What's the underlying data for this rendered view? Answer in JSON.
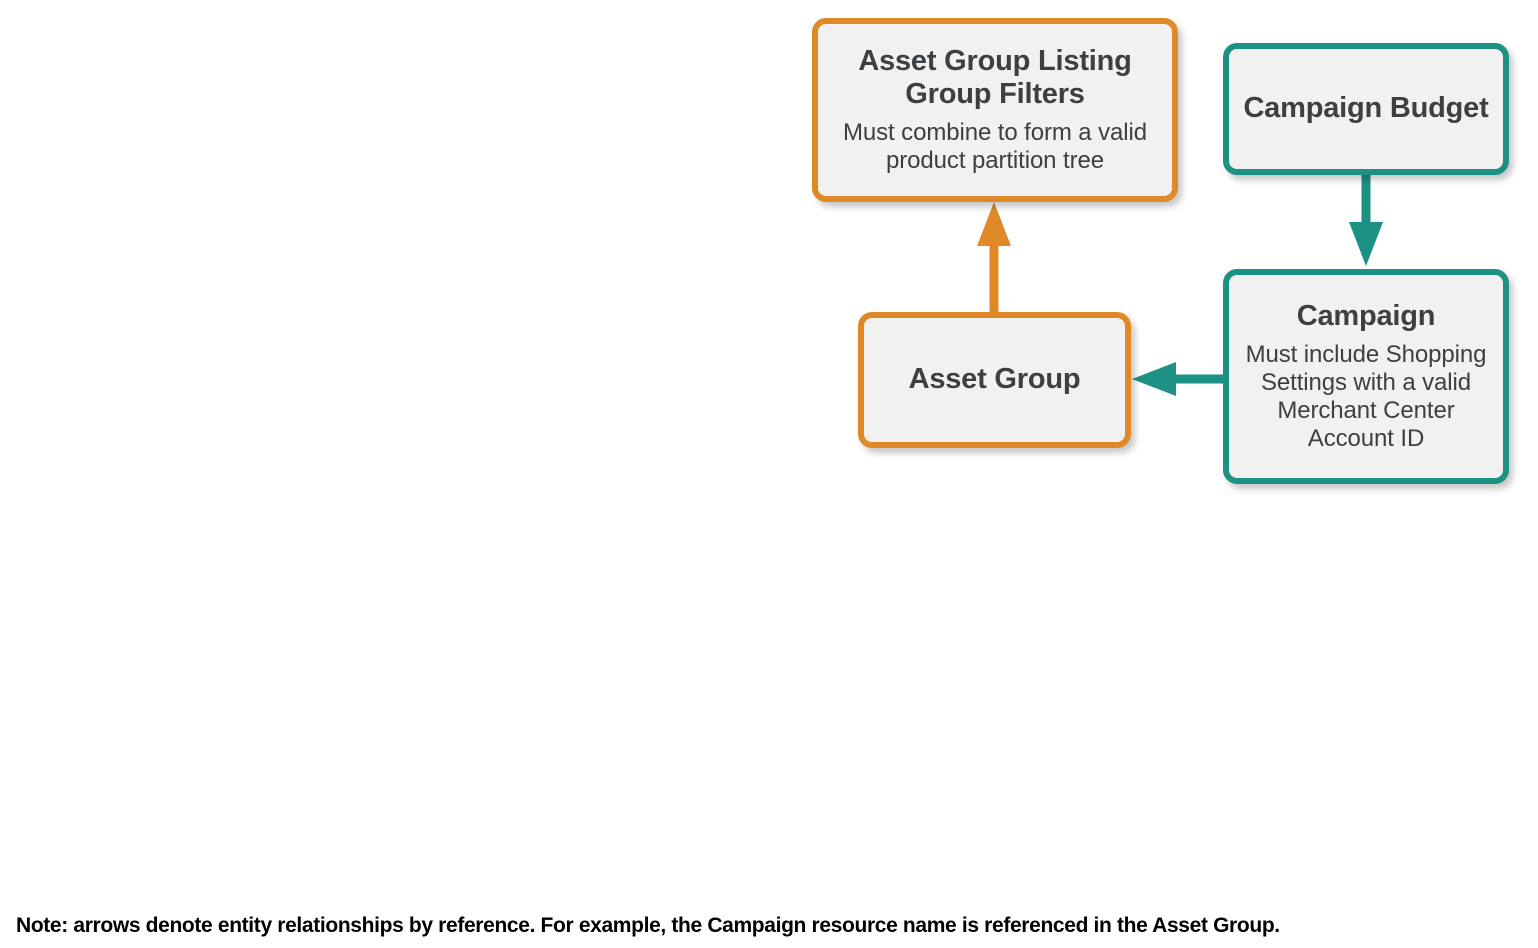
{
  "diagram": {
    "colors": {
      "orange": "#e08a27",
      "teal": "#1c9184",
      "node_fill": "#f1f1f1",
      "text": "#3c4043",
      "background": "#ffffff",
      "note_text": "#000000"
    },
    "nodes": [
      {
        "id": "asset-group-listing-group-filters",
        "title": "Asset Group Listing Group Filters",
        "subtitle": "Must combine to form a valid product partition tree",
        "accent": "#e08a27"
      },
      {
        "id": "campaign-budget",
        "title": "Campaign Budget",
        "subtitle": "",
        "accent": "#1c9184"
      },
      {
        "id": "asset-group",
        "title": "Asset Group",
        "subtitle": "",
        "accent": "#e08a27"
      },
      {
        "id": "campaign",
        "title": "Campaign",
        "subtitle": "Must include Shopping Settings with a valid Merchant Center Account ID",
        "accent": "#1c9184"
      }
    ],
    "edges": [
      {
        "id": "asset-group-to-listing-group-filters",
        "from": "asset-group",
        "to": "asset-group-listing-group-filters",
        "direction": "up",
        "color": "#e08a27"
      },
      {
        "id": "campaign-budget-to-campaign",
        "from": "campaign-budget",
        "to": "campaign",
        "direction": "down",
        "color": "#1c9184"
      },
      {
        "id": "campaign-to-asset-group",
        "from": "campaign",
        "to": "asset-group",
        "direction": "left",
        "color": "#1c9184"
      }
    ],
    "note": "Note: arrows denote entity relationships by reference. For example, the Campaign resource name is referenced in the Asset Group."
  }
}
